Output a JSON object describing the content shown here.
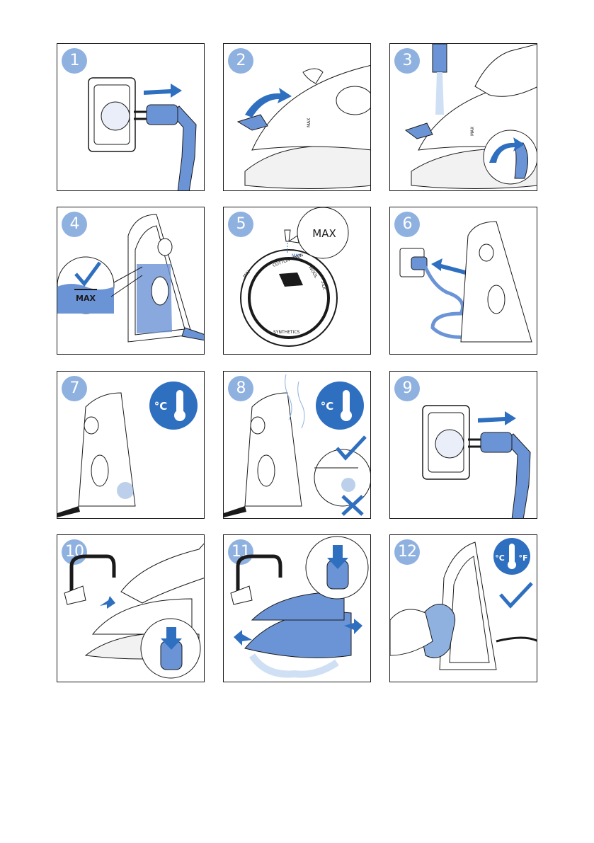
{
  "steps": [
    {
      "number": "1"
    },
    {
      "number": "2",
      "iron_label": "MAX"
    },
    {
      "number": "3",
      "iron_label": "MAX"
    },
    {
      "number": "4",
      "max_label": "MAX"
    },
    {
      "number": "5",
      "bubble_label": "MAX",
      "dial_labels": {
        "max": "MAX",
        "cotton_linen": "COTTON LINEN",
        "min": "MIN",
        "wool": "WOOL",
        "silk": "SILK",
        "synthetics": "SYNTHETICS"
      }
    },
    {
      "number": "6"
    },
    {
      "number": "7",
      "temp_unit": "°C"
    },
    {
      "number": "8",
      "temp_unit": "°C"
    },
    {
      "number": "9"
    },
    {
      "number": "10"
    },
    {
      "number": "11"
    },
    {
      "number": "12",
      "temp_unit_c": "°C",
      "temp_unit_f": "°F"
    }
  ],
  "colors": {
    "accent": "#2f6fc0",
    "light_accent": "#8fb1e0",
    "fill_blue": "#6b94d6",
    "line": "#1a1a1a"
  },
  "icons": [
    "socket-icon",
    "plug-icon",
    "iron-icon",
    "tap-icon",
    "thermometer-icon",
    "check-icon",
    "cross-icon",
    "hand-icon",
    "arrow-icon"
  ]
}
